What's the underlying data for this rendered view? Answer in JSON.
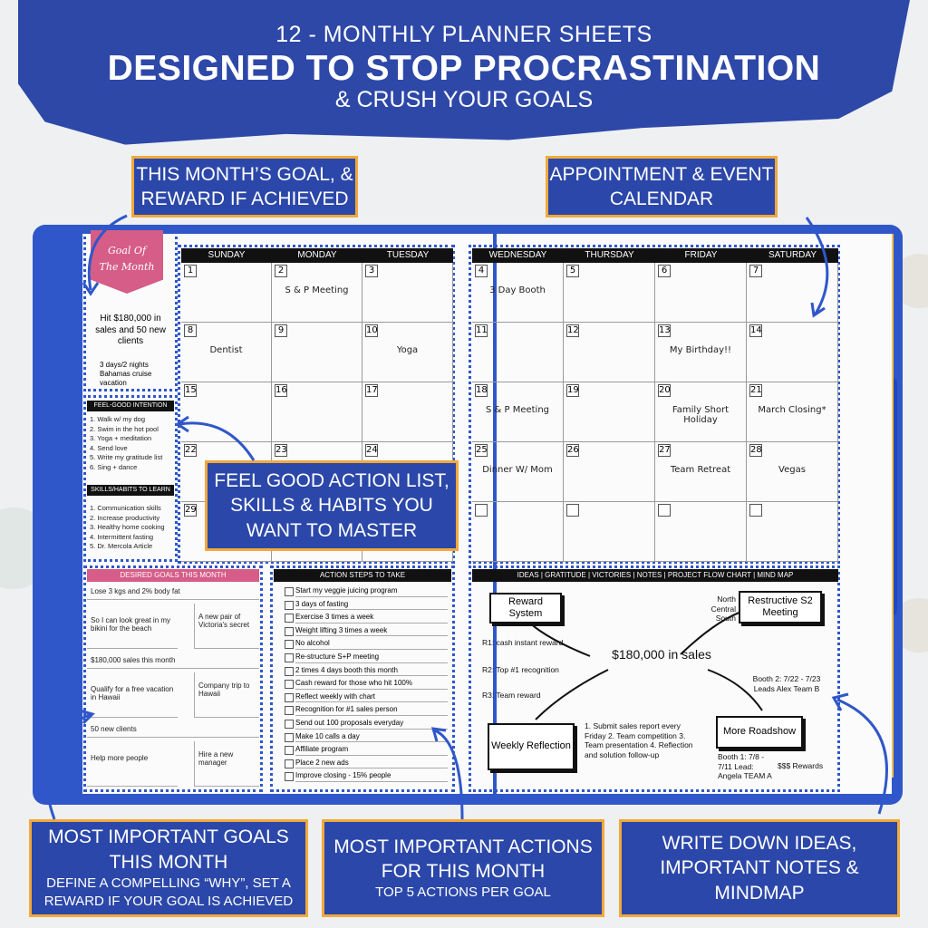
{
  "header": {
    "line1": "12 - MONTHLY PLANNER SHEETS",
    "line2": "DESIGNED TO STOP PROCRASTINATION",
    "line3": "& CRUSH YOUR GOALS"
  },
  "callouts": {
    "goal": "THIS MONTH’S GOAL, & REWARD IF ACHIEVED",
    "calendar": "APPOINTMENT & EVENT CALENDAR",
    "feelgood": "FEEL GOOD ACTION LIST, SKILLS & HABITS YOU WANT TO MASTER",
    "goals_title": "MOST IMPORTANT GOALS THIS MONTH",
    "goals_sub": "DEFINE A COMPELLING “WHY”, SET A REWARD IF YOUR GOAL IS ACHIEVED",
    "actions_title": "MOST IMPORTANT ACTIONS FOR THIS MONTH",
    "actions_sub": "TOP 5 ACTIONS PER GOAL",
    "ideas": "WRITE DOWN IDEAS, IMPORTANT NOTES & MINDMAP"
  },
  "goal_section": {
    "ribbon_line1": "Goal Of",
    "ribbon_line2": "The Month",
    "goal": "Hit $180,000 in sales and 50 new clients",
    "reward": "3 days/2 nights Bahamas cruise vacation"
  },
  "days_left": [
    "SUNDAY",
    "MONDAY",
    "TUESDAY"
  ],
  "days_right": [
    "WEDNESDAY",
    "THURSDAY",
    "FRIDAY",
    "SATURDAY"
  ],
  "left_cells": [
    {
      "n": "1",
      "e": ""
    },
    {
      "n": "2",
      "e": "S & P Meeting"
    },
    {
      "n": "3",
      "e": ""
    },
    {
      "n": "8",
      "e": "Dentist"
    },
    {
      "n": "9",
      "e": ""
    },
    {
      "n": "10",
      "e": "Yoga"
    },
    {
      "n": "15",
      "e": ""
    },
    {
      "n": "16",
      "e": ""
    },
    {
      "n": "17",
      "e": ""
    },
    {
      "n": "22",
      "e": ""
    },
    {
      "n": "23",
      "e": ""
    },
    {
      "n": "24",
      "e": ""
    },
    {
      "n": "29",
      "e": ""
    },
    {
      "n": "",
      "e": ""
    },
    {
      "n": "",
      "e": ""
    }
  ],
  "right_cells": [
    {
      "n": "4",
      "e": "3 Day Booth"
    },
    {
      "n": "5",
      "e": ""
    },
    {
      "n": "6",
      "e": ""
    },
    {
      "n": "7",
      "e": ""
    },
    {
      "n": "11",
      "e": ""
    },
    {
      "n": "12",
      "e": ""
    },
    {
      "n": "13",
      "e": "My Birthday!!"
    },
    {
      "n": "14",
      "e": ""
    },
    {
      "n": "18",
      "e": "S & P Meeting"
    },
    {
      "n": "19",
      "e": ""
    },
    {
      "n": "20",
      "e": "Family Short Holiday"
    },
    {
      "n": "21",
      "e": "March Closing*"
    },
    {
      "n": "25",
      "e": "Dinner W/ Mom"
    },
    {
      "n": "26",
      "e": ""
    },
    {
      "n": "27",
      "e": "Team Retreat"
    },
    {
      "n": "28",
      "e": "Vegas"
    },
    {
      "n": "",
      "e": ""
    },
    {
      "n": "",
      "e": ""
    },
    {
      "n": "",
      "e": ""
    },
    {
      "n": "",
      "e": ""
    }
  ],
  "feel_good": {
    "title": "FEEL-GOOD INTENTION",
    "items": [
      "1. Walk w/ my dog",
      "2. Swim in the hot pool",
      "3. Yoga + meditation",
      "4. Send love",
      "5. Write my gratitude list",
      "6. Sing + dance"
    ]
  },
  "skills": {
    "title": "SKILLS/HABITS TO LEARN",
    "items": [
      "1. Communication skills",
      "2. Increase productivity",
      "3. Healthy home cooking",
      "4. Intermittent fasting",
      "5. Dr. Mercola Article"
    ]
  },
  "desired_goals": {
    "title": "DESIRED GOALS THIS MONTH",
    "rows": [
      {
        "goal": "Lose 3 kgs and 2% body fat",
        "why": "So I can look great in my bikini for the beach",
        "reward": "A new pair of Victoria's secret"
      },
      {
        "goal": "$180,000 sales this month",
        "why": "Qualify for a free vacation in Hawaii",
        "reward": "Company trip to Hawaii"
      },
      {
        "goal": "50 new clients",
        "why": "Help more people",
        "reward": "Hire a new manager"
      }
    ]
  },
  "action_steps": {
    "title": "ACTION STEPS TO TAKE",
    "items": [
      "Start my veggie juicing program",
      "3 days of fasting",
      "Exercise 3 times a week",
      "Weight lifting 3 times a week",
      "No alcohol",
      "Re-structure S+P meeting",
      "2 times 4 days booth this month",
      "Cash reward for those who hit 100%",
      "Reflect weekly with chart",
      "Recognition for #1 sales person",
      "Send out 100 proposals everyday",
      "Make 10 calls a day",
      "Affiliate program",
      "Place 2 new ads",
      "Improve closing - 15% people"
    ]
  },
  "mindmap": {
    "title": "IDEAS | GRATITUDE | VICTORIES | NOTES | PROJECT FLOW CHART | MIND MAP",
    "center": "$180,000 in sales",
    "reward_box": "Reward System",
    "restructive_box": "Restructive S2 Meeting",
    "weekly_box": "Weekly Reflection",
    "roadshow_box": "More Roadshow",
    "directions": "North Central South",
    "r1": "R1: cash instant reward",
    "r2": "R2: Top #1 recognition",
    "r3": "R3: Team reward",
    "booth2": "Booth 2: 7/22 - 7/23 Leads Alex Team B",
    "booth1": "Booth 1: 7/8 - 7/11 Lead: Angela TEAM A",
    "rewards": "$$$ Rewards",
    "weekly_notes": "1. Submit sales report every Friday 2. Team competition 3. Team presentation 4. Reflection and solution follow-up"
  }
}
